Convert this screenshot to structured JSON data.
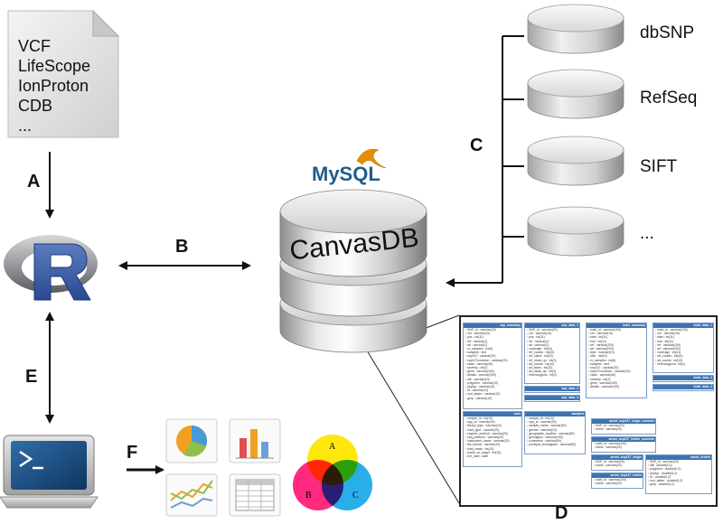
{
  "document": {
    "lines": [
      "VCF",
      "LifeScope",
      "IonProton",
      "CDB",
      "..."
    ]
  },
  "steps": {
    "a": "A",
    "b": "B",
    "c": "C",
    "d": "D",
    "e": "E",
    "f": "F"
  },
  "mysql": {
    "label": "MySQL"
  },
  "central_db": {
    "label": "CanvasDB"
  },
  "external_dbs": [
    {
      "label": "dbSNP"
    },
    {
      "label": "RefSeq"
    },
    {
      "label": "SIFT"
    },
    {
      "label": "..."
    }
  ],
  "venn": {
    "a": "A",
    "b": "B",
    "c": "C"
  },
  "schema": {
    "tables": [
      {
        "name": "snp_summary",
        "rows": [
          "SNP_id : varchar(20)",
          "chr : varchar(10)",
          "pos : int(11)",
          "ref : varchar(1)",
          "alt : varchar(1)",
          "nr_samples : int(6)",
          "samples : text",
          "snp137 : varchar(20)",
          "snp137common : varchar(20)",
          "class : varchar(40)",
          "severity : int(2)",
          "gene : varchar(100)",
          "details : varchar(100)",
          "sift : varchar(10)",
          "polyphen : varchar(10)",
          "phylop : varchar(10)",
          "lrt : varchar(10)",
          "mut_taster : varchar(10)",
          "gerp : varchar(10)"
        ]
      },
      {
        "name": "snp_data_1",
        "rows": [
          "SNP_id : varchar(20)",
          "chr : varchar(10)",
          "pos : int(11)",
          "ref : varchar(1)",
          "alt : varchar(1)",
          "coverage : int(11)",
          "ref_counts : int(10)",
          "ref_starts : int(10)",
          "ref_mean_qv : int(3)",
          "alt_counts : int(10)",
          "alt_starts : int(10)",
          "alt_mean_qv : int(3)",
          "heterozygous : int(1)"
        ]
      },
      {
        "name": "indel_summary",
        "rows": [
          "indel_id : varchar(100)",
          "chr : varchar(10)",
          "start : int(11)",
          "end : int(11)",
          "ref : varchar(200)",
          "alt : varchar(200)",
          "type : varchar(10)",
          "size : int(10)",
          "nr_samples : int(6)",
          "samples : text",
          "snp137 : varchar(20)",
          "snp137common : varchar(20)",
          "class : varchar(40)",
          "severity : int(2)",
          "gene : varchar(100)",
          "details : varchar(100)"
        ]
      },
      {
        "name": "indel_data_1",
        "rows": [
          "indel_id : varchar(100)",
          "chr : varchar(10)",
          "start : int(11)",
          "end : int(11)",
          "ref : varchar(200)",
          "alt : varchar(200)",
          "coverage : int(11)",
          "ref_counts : int(10)",
          "alt_counts : int(10)",
          "heterozygous : int(1)"
        ]
      },
      {
        "name": "snp_data_2",
        "rows": []
      },
      {
        "name": "snp_data_3",
        "rows": []
      },
      {
        "name": "indel_data_2",
        "rows": []
      },
      {
        "name": "indel_data_3",
        "rows": []
      },
      {
        "name": "runs",
        "rows": [
          "sample_id : int(10)",
          "upp_id : varchar(20)",
          "library_type : varchar(10)",
          "read_type : varchar(20)",
          "capture_method : varchar(20)",
          "seq_platform : varchar(10)",
          "instrument_name : varchar(20)",
          "file_format : varchar(10)",
          "total_reads : int(10)",
          "reads_on_target : int(10)",
          "run_start : date"
        ]
      },
      {
        "name": "samples",
        "rows": [
          "sample_id : int(10)",
          "upp_id : varchar(20)",
          "sample_name : varchar(50)",
          "gender : varchar(10)",
          "geographic_location : varchar(50)",
          "genotypes : varchar(100)",
          "comments : varchar(50)",
          "principal_investigator : varchar(50)"
        ]
      },
      {
        "name": "annot_snp137_single_commor",
        "rows": [
          "SNP_id : varchar(20)",
          "name : varchar(20)"
        ]
      },
      {
        "name": "annot_snp137_indels_common",
        "rows": [
          "indel_id : varchar(100)",
          "name : varchar(20)"
        ]
      },
      {
        "name": "annot_snp137_single",
        "rows": [
          "SNP_id : varchar(20)",
          "name : varchar(20)"
        ]
      },
      {
        "name": "annot_scores",
        "rows": [
          "SNP_id : varchar(20)",
          "sift : double(5,2)",
          "polyphen : double(5,2)",
          "phylop : double(5,2)",
          "lrt : double(5,2)",
          "mut_taster : double(5,2)",
          "gerp : double(5,2)"
        ]
      },
      {
        "name": "annot_snp137_indels",
        "rows": [
          "indel_id : varchar(100)",
          "name : varchar(20)"
        ]
      }
    ]
  }
}
